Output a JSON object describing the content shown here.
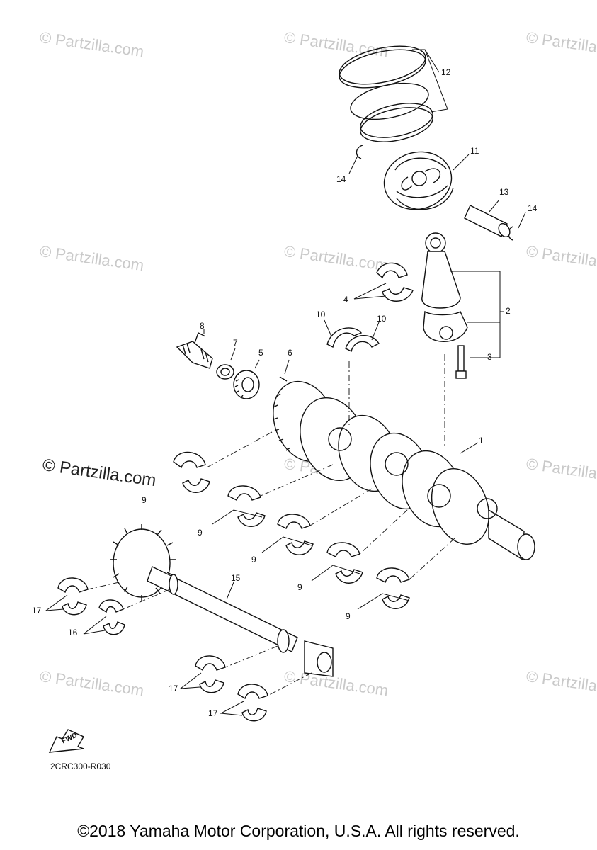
{
  "watermark": {
    "text": "© Partzilla.com",
    "main_text": "© Partzilla.com"
  },
  "diagram": {
    "reference_code": "2CRC300-R030",
    "fwd_label": "FWD",
    "copyright": "©2018 Yamaha Motor Corporation, U.S.A. All rights reserved.",
    "callouts": [
      "1",
      "2",
      "3",
      "4",
      "5",
      "6",
      "7",
      "8",
      "9",
      "9",
      "9",
      "9",
      "9",
      "10",
      "10",
      "11",
      "12",
      "13",
      "14",
      "14",
      "15",
      "16",
      "17",
      "17",
      "17"
    ]
  },
  "colors": {
    "line": "#111111",
    "watermark": "#c9c9c9",
    "background": "#ffffff"
  }
}
